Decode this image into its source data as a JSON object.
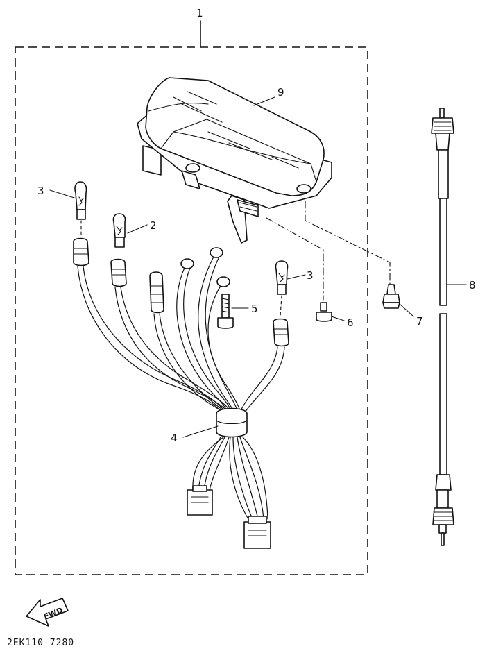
{
  "diagram": {
    "callouts": [
      {
        "id": "1",
        "label": "1"
      },
      {
        "id": "2",
        "label": "2"
      },
      {
        "id": "3a",
        "label": "3"
      },
      {
        "id": "3b",
        "label": "3"
      },
      {
        "id": "4",
        "label": "4"
      },
      {
        "id": "5",
        "label": "5"
      },
      {
        "id": "6",
        "label": "6"
      },
      {
        "id": "7",
        "label": "7"
      },
      {
        "id": "8",
        "label": "8"
      },
      {
        "id": "9",
        "label": "9"
      }
    ],
    "fwd_label": "FWD",
    "drawing_code": "2EK110-7280"
  }
}
